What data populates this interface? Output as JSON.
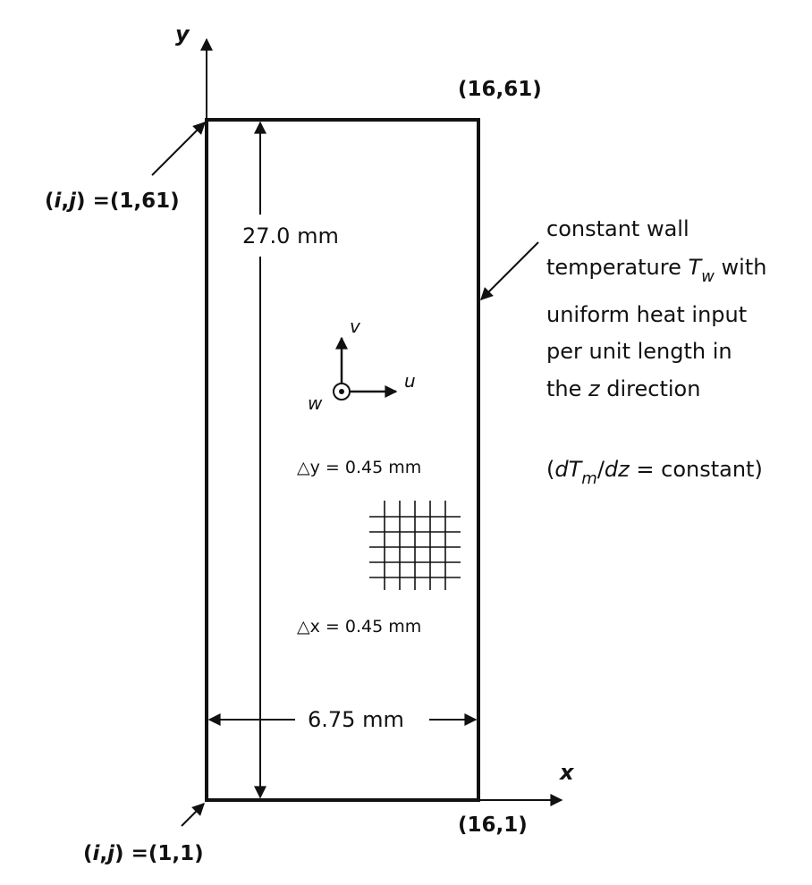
{
  "axes": {
    "x": "x",
    "y": "y"
  },
  "corners": {
    "top_right": "(16,61)",
    "bottom_right": "(16,1)",
    "top_left": {
      "prefix": "(",
      "i": "i",
      "comma": ",",
      "j": "j",
      "value": ") =(1,61)"
    },
    "bottom_left": {
      "prefix": "(",
      "i": "i",
      "comma": ",",
      "j": "j",
      "value": ") =(1,1)"
    }
  },
  "dimensions": {
    "height": "27.0 mm",
    "width": "6.75 mm"
  },
  "velocity": {
    "u": "u",
    "v": "v",
    "w": "w"
  },
  "grid": {
    "dy": "△y = 0.45 mm",
    "dx": "△x = 0.45 mm"
  },
  "note": {
    "line1": "constant wall",
    "line2_pre": "temperature ",
    "line2_T": "T",
    "line2_sub": "w",
    "line2_post": " with",
    "line3": "uniform heat input",
    "line4": "per unit length in",
    "line5_pre": "the ",
    "line5_z": "z",
    "line5_post": " direction",
    "eq_open": "(",
    "eq_dT": "dT",
    "eq_sub": "m",
    "eq_slash": "/",
    "eq_dz": "dz",
    "eq_rest": " = constant)"
  }
}
